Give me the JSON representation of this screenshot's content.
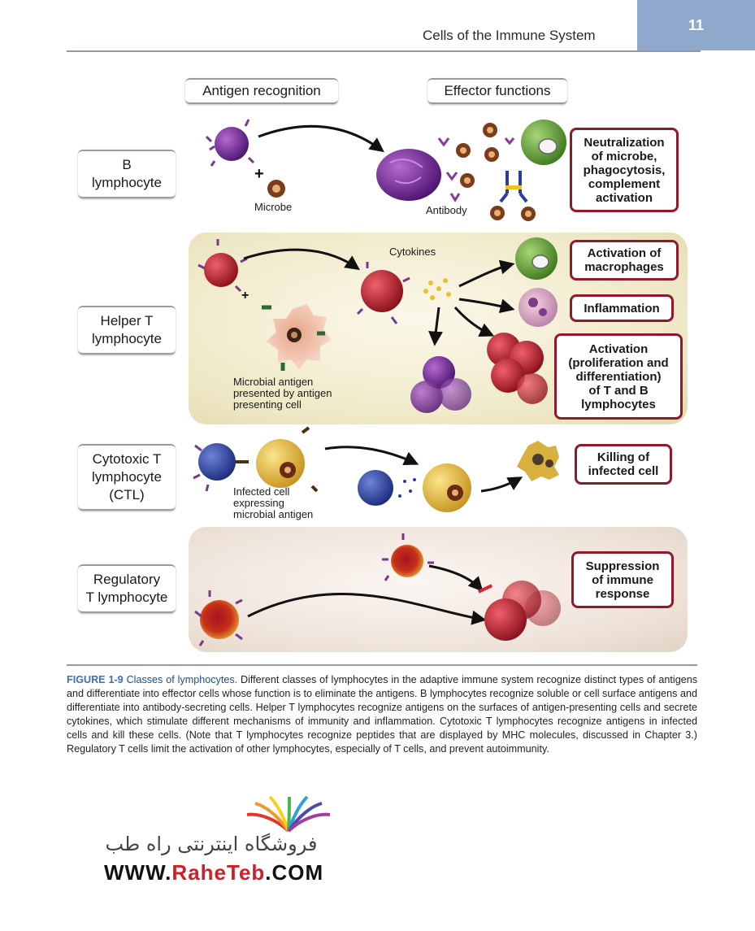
{
  "header": {
    "title": "Cells of the Immune System",
    "page_number": "11"
  },
  "columns": {
    "recognition": "Antigen recognition",
    "effector": "Effector functions"
  },
  "rows": {
    "b": {
      "label_line1": "B",
      "label_line2": "lymphocyte",
      "microbe_label": "Microbe",
      "antibody_label": "Antibody",
      "effect": [
        "Neutralization",
        "of microbe,",
        "phagocytosis,",
        "complement",
        "activation"
      ]
    },
    "helper": {
      "label_line1": "Helper T",
      "label_line2": "lymphocyte",
      "cytokines_label": "Cytokines",
      "apc_label": [
        "Microbial antigen",
        "presented by antigen",
        "presenting cell"
      ],
      "effect_macrophages": [
        "Activation of",
        "macrophages"
      ],
      "effect_inflammation": "Inflammation",
      "effect_activation": [
        "Activation",
        "(proliferation and",
        "differentiation)",
        "of T and B",
        "lymphocytes"
      ]
    },
    "ctl": {
      "label_line1": "Cytotoxic T",
      "label_line2": "lymphocyte",
      "label_line3": "(CTL)",
      "infected_label": [
        "Infected cell",
        "expressing",
        "microbial antigen"
      ],
      "effect": [
        "Killing of",
        "infected cell"
      ]
    },
    "regulatory": {
      "label_line1": "Regulatory",
      "label_line2": "T lymphocyte",
      "effect": [
        "Suppression",
        "of immune",
        "response"
      ]
    }
  },
  "caption": {
    "figure_label": "FIGURE 1-9",
    "title": "Classes of lymphocytes.",
    "text": "Different classes of lymphocytes in the adaptive immune system recognize distinct types of antigens and differentiate into effector cells whose function is to eliminate the antigens. B lymphocytes recognize soluble or cell surface antigens and differentiate into antibody-secreting cells. Helper T lymphocytes recognize antigens on the surfaces of antigen-presenting cells and secrete cytokines, which stimulate different mechanisms of immunity and inflammation. Cytotoxic T lymphocytes recognize antigens in infected cells and kill these cells. (Note that T lymphocytes recognize peptides that are displayed by MHC molecules, discussed in Chapter 3.) Regulatory T cells limit the activation of other lymphocytes, especially of T cells, and prevent autoimmunity."
  },
  "watermark": {
    "persian": "فروشگاه اینترنتی راه طب",
    "url_prefix": "WWW.",
    "url_brand": "RaheTeb",
    "url_suffix": ".COM"
  },
  "colors": {
    "accent": "#8e1b2b",
    "header_band": "#8fa8cc",
    "caption_blue": "#3d6fb6",
    "brand_red": "#d11f26"
  }
}
